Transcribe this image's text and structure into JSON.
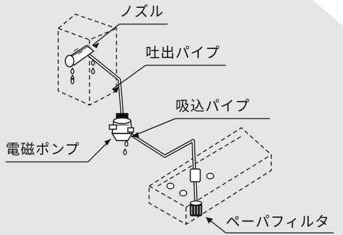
{
  "labels": {
    "nozzle": "ノズル",
    "discharge_pipe": "吐出パイプ",
    "suction_pipe": "吸込パイプ",
    "solenoid_pump": "電磁ポンプ",
    "paper_filter": "ペーパフィルタ"
  },
  "colors": {
    "panel": "#e6e6e6",
    "line": "#111111",
    "background": "#ffffff"
  },
  "icons": [
    "nozzle-icon",
    "solenoid-pump-icon",
    "paper-filter-icon",
    "drop-icon"
  ]
}
